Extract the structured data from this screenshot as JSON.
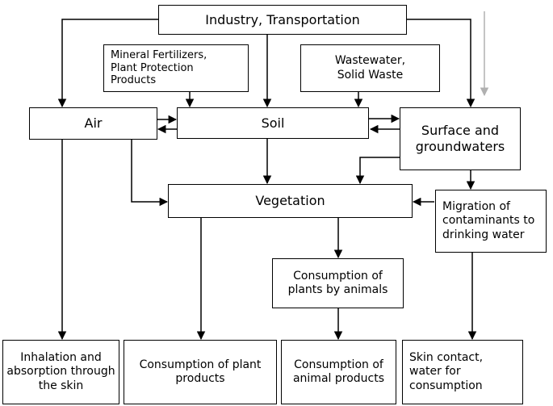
{
  "nodes": {
    "industry": "Industry, Transportation",
    "fertilizers": "Mineral Fertilizers,\nPlant Protection\nProducts",
    "wastewater": "Wastewater,\nSolid Waste",
    "air": "Air",
    "soil": "Soil",
    "surface": "Surface and\ngroundwaters",
    "vegetation": "Vegetation",
    "migration": "Migration of\ncontaminants to\ndrinking water",
    "animals": "Consumption of\nplants by animals",
    "inhalation": "Inhalation and\nabsorption through\nthe skin",
    "plant_products": "Consumption of plant\nproducts",
    "animal_products": "Consumption of\nanimal products",
    "skin_contact": "Skin contact,\nwater for\nconsumption"
  },
  "colors": {
    "line": "#000000",
    "faint_arrow": "#b0b0b0"
  }
}
